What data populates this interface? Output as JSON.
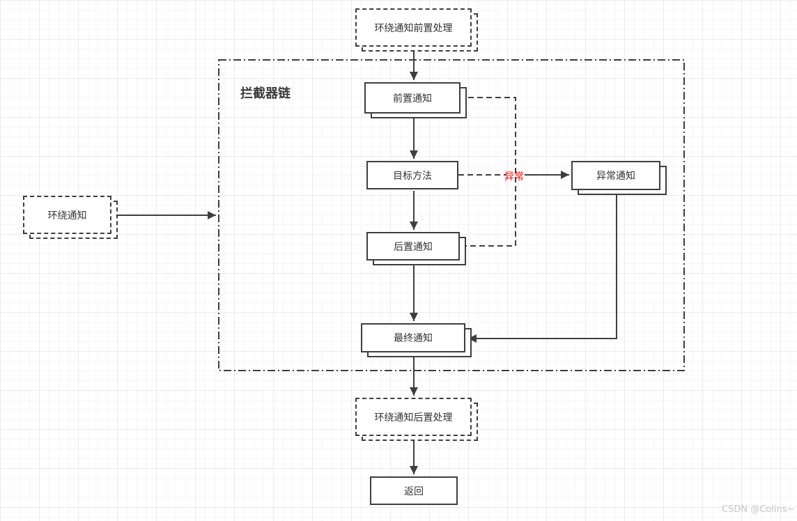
{
  "diagram": {
    "container": {
      "label": "拦截器链"
    },
    "nodes": {
      "around_pre": {
        "label": "环绕通知前置处理"
      },
      "before_advice": {
        "label": "前置通知"
      },
      "target_method": {
        "label": "目标方法"
      },
      "after_advice": {
        "label": "后置通知"
      },
      "exception_advice": {
        "label": "异常通知"
      },
      "final_advice": {
        "label": "最终通知"
      },
      "around_advice": {
        "label": "环绕通知"
      },
      "around_post": {
        "label": "环绕通知后置处理"
      },
      "return_node": {
        "label": "返回"
      }
    },
    "edges": {
      "exception_label": "异常"
    },
    "colors": {
      "line": "#3e3e3e",
      "box_fill": "#ffffff",
      "exception_text": "#ff0000",
      "grid_minor": "#f6f6f6",
      "grid_major": "#ececec",
      "watermark": "#c6c6cc"
    }
  },
  "watermark": {
    "text": "CSDN @Colins~"
  }
}
